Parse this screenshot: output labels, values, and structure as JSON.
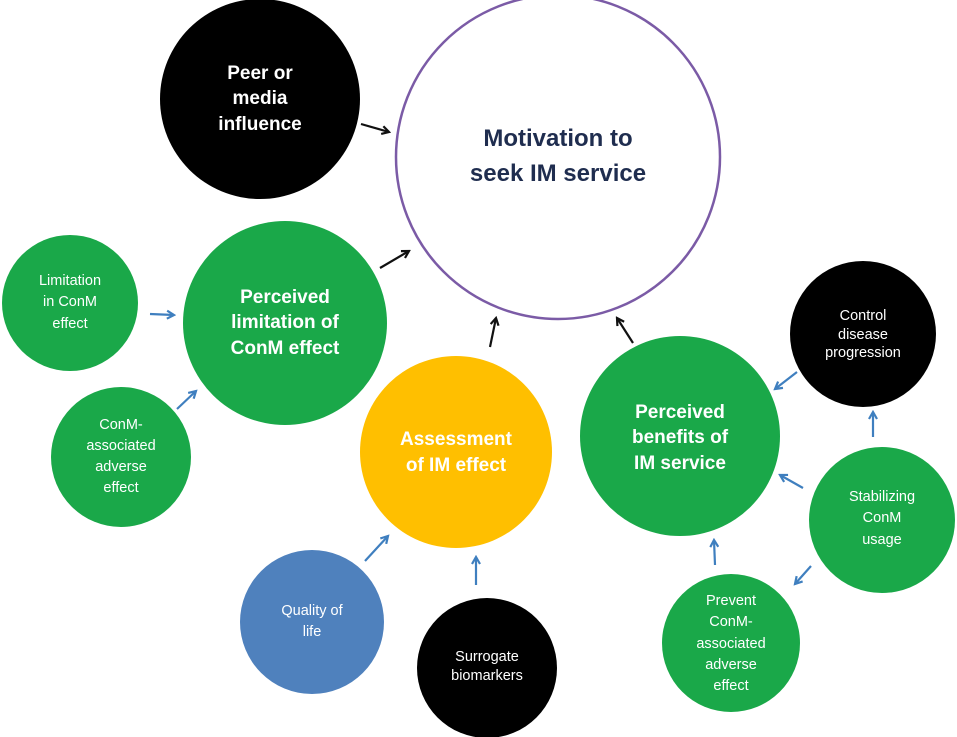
{
  "colors": {
    "green": "#1aa849",
    "black": "#000000",
    "yellow": "#ffbf00",
    "blue": "#4f81bd",
    "white": "#ffffff",
    "purple_outline": "#7b5ba6",
    "arrow_black": "#111111",
    "arrow_blue": "#3f7fbf",
    "main_text": "#1f2d4f"
  },
  "nodes": {
    "motivation": {
      "label": "Motivation to\nseek IM service"
    },
    "peer": {
      "label": "Peer or\nmedia\ninfluence"
    },
    "perceived_limitation": {
      "label": "Perceived\nlimitation of\nConM effect"
    },
    "limitation_conm": {
      "label": "Limitation\nin ConM\neffect"
    },
    "conm_adverse": {
      "label": "ConM-\nassociated\nadverse\neffect"
    },
    "assessment": {
      "label": "Assessment\nof IM effect"
    },
    "quality": {
      "label": "Quality of\nlife"
    },
    "surrogate": {
      "label": "Surrogate\nbiomarkers"
    },
    "perceived_benefits": {
      "label": "Perceived\nbenefits of\nIM service"
    },
    "control": {
      "label": "Control\ndisease\nprogression"
    },
    "stabilizing": {
      "label": "Stabilizing\nConM\nusage"
    },
    "prevent": {
      "label": "Prevent\nConM-\nassociated\nadverse\neffect"
    }
  }
}
